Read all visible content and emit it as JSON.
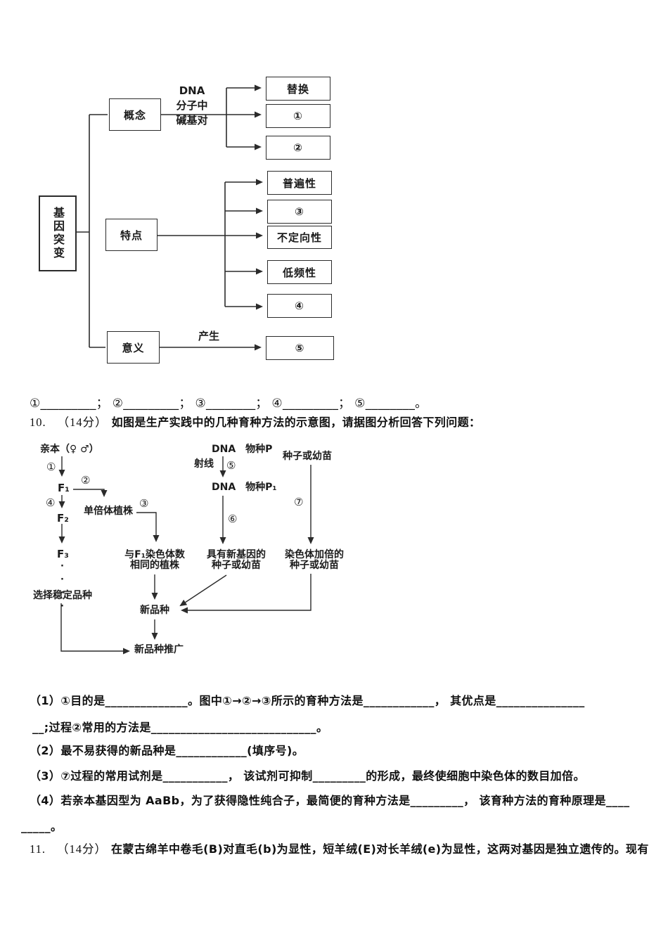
{
  "concept_map": {
    "root": "基因突变",
    "branch_concept": "概念",
    "branch_feature": "特点",
    "branch_meaning": "意义",
    "edge_dna_line1": "DNA",
    "edge_dna_line2": "分子中",
    "edge_dna_line3": "碱基对",
    "edge_produce": "产生",
    "box_substitute": "替换",
    "box_num1": "①",
    "box_num2": "②",
    "box_universal": "普遍性",
    "box_num3": "③",
    "box_nondirectional": "不定向性",
    "box_lowfreq": "低频性",
    "box_num4": "④",
    "box_num5": "⑤"
  },
  "answer_line": "①_________； ②_________； ③________； ④_________； ⑤________。",
  "q10": {
    "number": "10.",
    "score": "（14分）",
    "title": "如图是生产实践中的几种育种方法的示意图，请据图分析回答下列问题：",
    "diagram": {
      "parents": "亲本（♀ ♂）",
      "step1": "①",
      "step2": "②",
      "step3": "③",
      "step4": "④",
      "step5": "⑤",
      "step6": "⑥",
      "step7": "⑦",
      "f1": "F₁",
      "f2": "F₂",
      "f3": "F₃",
      "dots": "····",
      "select_stable": "选择稳定品种",
      "haploid": "单倍体植株",
      "same_chrom_line1": "与F₁染色体数",
      "same_chrom_line2": "相同的植株",
      "dna_p": "DNA　物种P",
      "ray": "射线",
      "dna_p1": "DNA　物种P₁",
      "new_gene_line1": "具有新基因的",
      "new_gene_line2": "种子或幼苗",
      "seed_seedling": "种子或幼苗",
      "doubled_line1": "染色体加倍的",
      "doubled_line2": "种子或幼苗",
      "new_variety": "新品种",
      "promotion": "新品种推广"
    },
    "q1_line1": "（1）①目的是______________。图中①→②→③所示的育种方法是____________， 其优点是_______________",
    "q1_line2": "__;过程②常用的方法是____________________________。",
    "q2": "（2）最不易获得的新品种是____________(填序号)。",
    "q3": "（3）⑦过程的常用试剂是___________， 该试剂可抑制_________的形成，最终使细胞中染色体的数目加倍。",
    "q4_line1": "（4）若亲本基因型为 AaBb，为了获得隐性纯合子，最简便的育种方法是_________， 该育种方法的育种原理是____",
    "q4_line2": "_____。",
    "q11_number": "11.",
    "q11_score": "（14分）",
    "q11_text": "在蒙古绵羊中卷毛(B)对直毛(b)为显性，短羊绒(E)对长羊绒(e)为显性，这两对基因是独立遗传的。现有"
  }
}
